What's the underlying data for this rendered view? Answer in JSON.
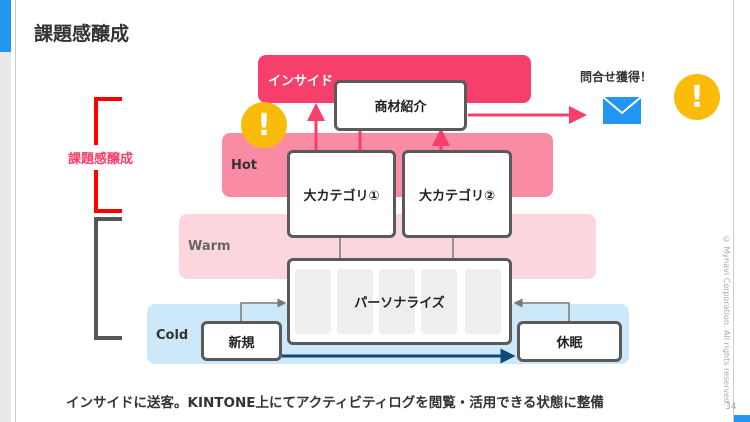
{
  "slide": {
    "title": "課題感醸成",
    "page_number": "34",
    "copyright": "© Mynavi Corporation. All rights reserved."
  },
  "bracket_label": "課題感醸成",
  "bands": {
    "insight": "インサイド",
    "hot": "Hot",
    "warm": "Warm",
    "cold": "Cold"
  },
  "boxes": {
    "product": "商材紹介",
    "category1": "大カテゴリ①",
    "category2": "大カテゴリ②",
    "personalize": "パーソナライズ",
    "new": "新規",
    "dormant": "休眠"
  },
  "inquiry_label": "問合せ獲得！",
  "warning_mark": "!",
  "footer": "インサイドに送客。KINTONE上にてアクティビティログを閲覧・活用できる状態に整備",
  "colors": {
    "insight": "#f73f6b",
    "hot": "#f98ba4",
    "warm": "#fcd6df",
    "cold": "#cde8f8",
    "accent_blue": "#2196f3",
    "warning": "#fbbb0a"
  }
}
